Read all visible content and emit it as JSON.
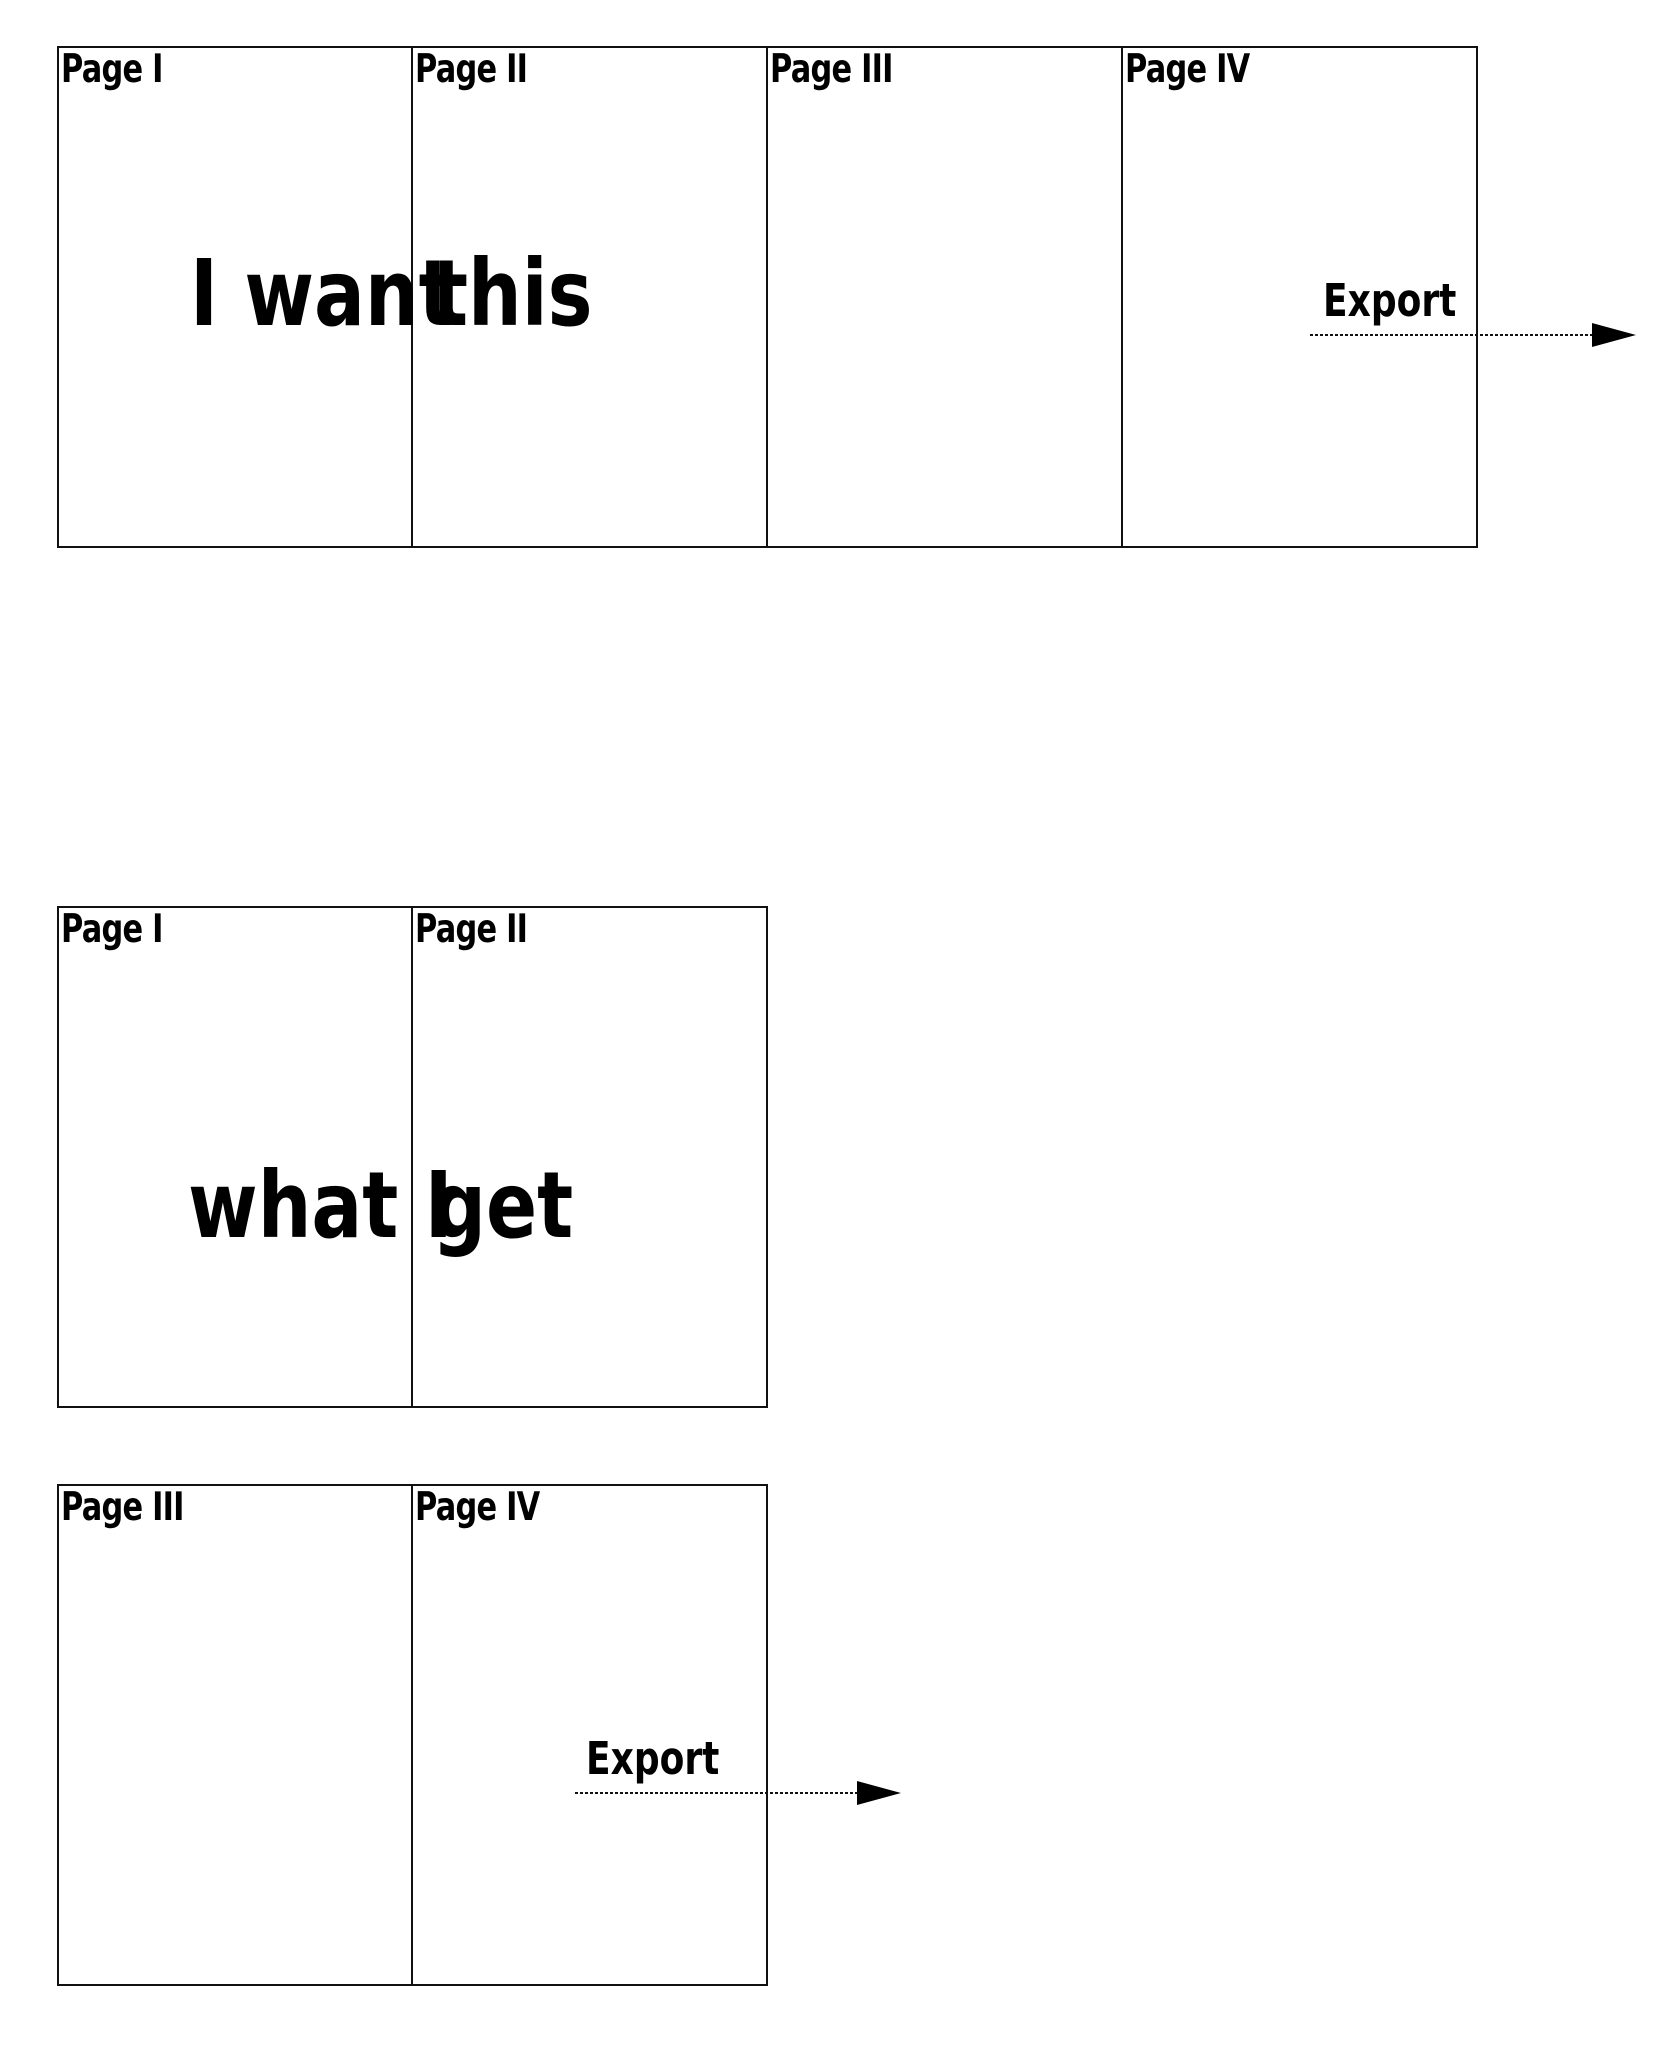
{
  "top_sheet": {
    "pages": [
      "Page I",
      "Page II",
      "Page III",
      "Page IV"
    ],
    "caption_left": "I want",
    "caption_right": "this",
    "export_label": "Export"
  },
  "bottom_sheet_1": {
    "pages": [
      "Page I",
      "Page II"
    ],
    "caption_left": "what I",
    "caption_right": "get"
  },
  "bottom_sheet_2": {
    "pages": [
      "Page III",
      "Page IV"
    ],
    "export_label": "Export"
  },
  "colors": {
    "stroke": "#111111",
    "text": "#000000",
    "background": "#ffffff"
  }
}
